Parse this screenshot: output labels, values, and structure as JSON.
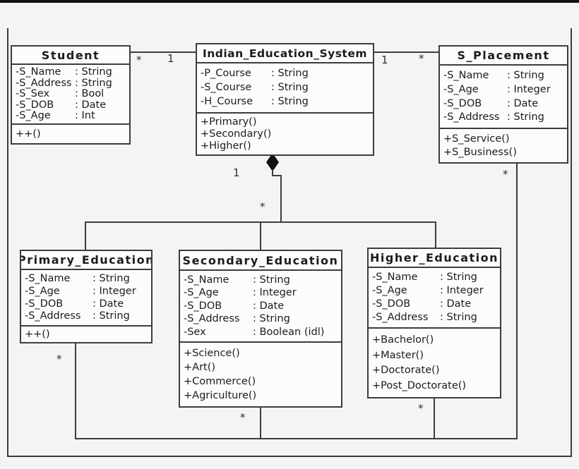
{
  "classes": {
    "student": {
      "title": "Student",
      "attributes": [
        {
          "name": "-S_Name",
          "type": ": String"
        },
        {
          "name": "-S_Address",
          "type": ": String"
        },
        {
          "name": "-S_Sex",
          "type": ": Bool"
        },
        {
          "name": "-S_DOB",
          "type": ": Date"
        },
        {
          "name": "-S_Age",
          "type": ": Int"
        }
      ],
      "methods": [
        "++()"
      ]
    },
    "indian_education_system": {
      "title": "Indian_Education_System",
      "attributes": [
        {
          "name": "-P_Course",
          "type": ": String"
        },
        {
          "name": "-S_Course",
          "type": ": String"
        },
        {
          "name": "-H_Course",
          "type": ": String"
        }
      ],
      "methods": [
        "+Primary()",
        "+Secondary()",
        "+Higher()"
      ]
    },
    "s_placement": {
      "title": "S_Placement",
      "attributes": [
        {
          "name": "-S_Name",
          "type": ": String"
        },
        {
          "name": "-S_Age",
          "type": ": Integer"
        },
        {
          "name": "-S_DOB",
          "type": ": Date"
        },
        {
          "name": "-S_Address",
          "type": ": String"
        }
      ],
      "methods": [
        "+S_Service()",
        "+S_Business()"
      ]
    },
    "primary_education": {
      "title": "Primary_Education",
      "attributes": [
        {
          "name": "-S_Name",
          "type": ": String"
        },
        {
          "name": "-S_Age",
          "type": ": Integer"
        },
        {
          "name": "-S_DOB",
          "type": ": Date"
        },
        {
          "name": "-S_Address",
          "type": ": String"
        }
      ],
      "methods": [
        "++()"
      ]
    },
    "secondary_education": {
      "title": "Secondary_Education",
      "attributes": [
        {
          "name": "-S_Name",
          "type": ": String"
        },
        {
          "name": "-S_Age",
          "type": ": Integer"
        },
        {
          "name": "-S_DOB",
          "type": ": Date"
        },
        {
          "name": "-S_Address",
          "type": ": String"
        },
        {
          "name": "-Sex",
          "type": ": Boolean (idl)"
        }
      ],
      "methods": [
        "+Science()",
        "+Art()",
        "+Commerce()",
        "+Agriculture()"
      ]
    },
    "higher_education": {
      "title": "Higher_Education",
      "attributes": [
        {
          "name": "-S_Name",
          "type": ": String"
        },
        {
          "name": "-S_Age",
          "type": ": Integer"
        },
        {
          "name": "-S_DOB",
          "type": ": Date"
        },
        {
          "name": "-S_Address",
          "type": ": String"
        }
      ],
      "methods": [
        "+Bachelor()",
        "+Master()",
        "+Doctorate()",
        "+Post_Doctorate()"
      ]
    }
  },
  "multiplicities": {
    "student_assoc_student_end": "*",
    "student_assoc_ies_end": "1",
    "placement_assoc_ies_end": "1",
    "placement_assoc_placement_end": "*",
    "composition_whole_end": "1",
    "composition_part_end": "*",
    "placement_link_top": "*",
    "primary_link": "*",
    "secondary_link": "*",
    "higher_link": "*"
  },
  "colors": {
    "background": "#f4f4f5",
    "line": "#3d3d3d",
    "box_fill": "#fcfcfc",
    "text": "#1c1c1c",
    "top_bar": "#121212",
    "diamond": "#101010"
  }
}
